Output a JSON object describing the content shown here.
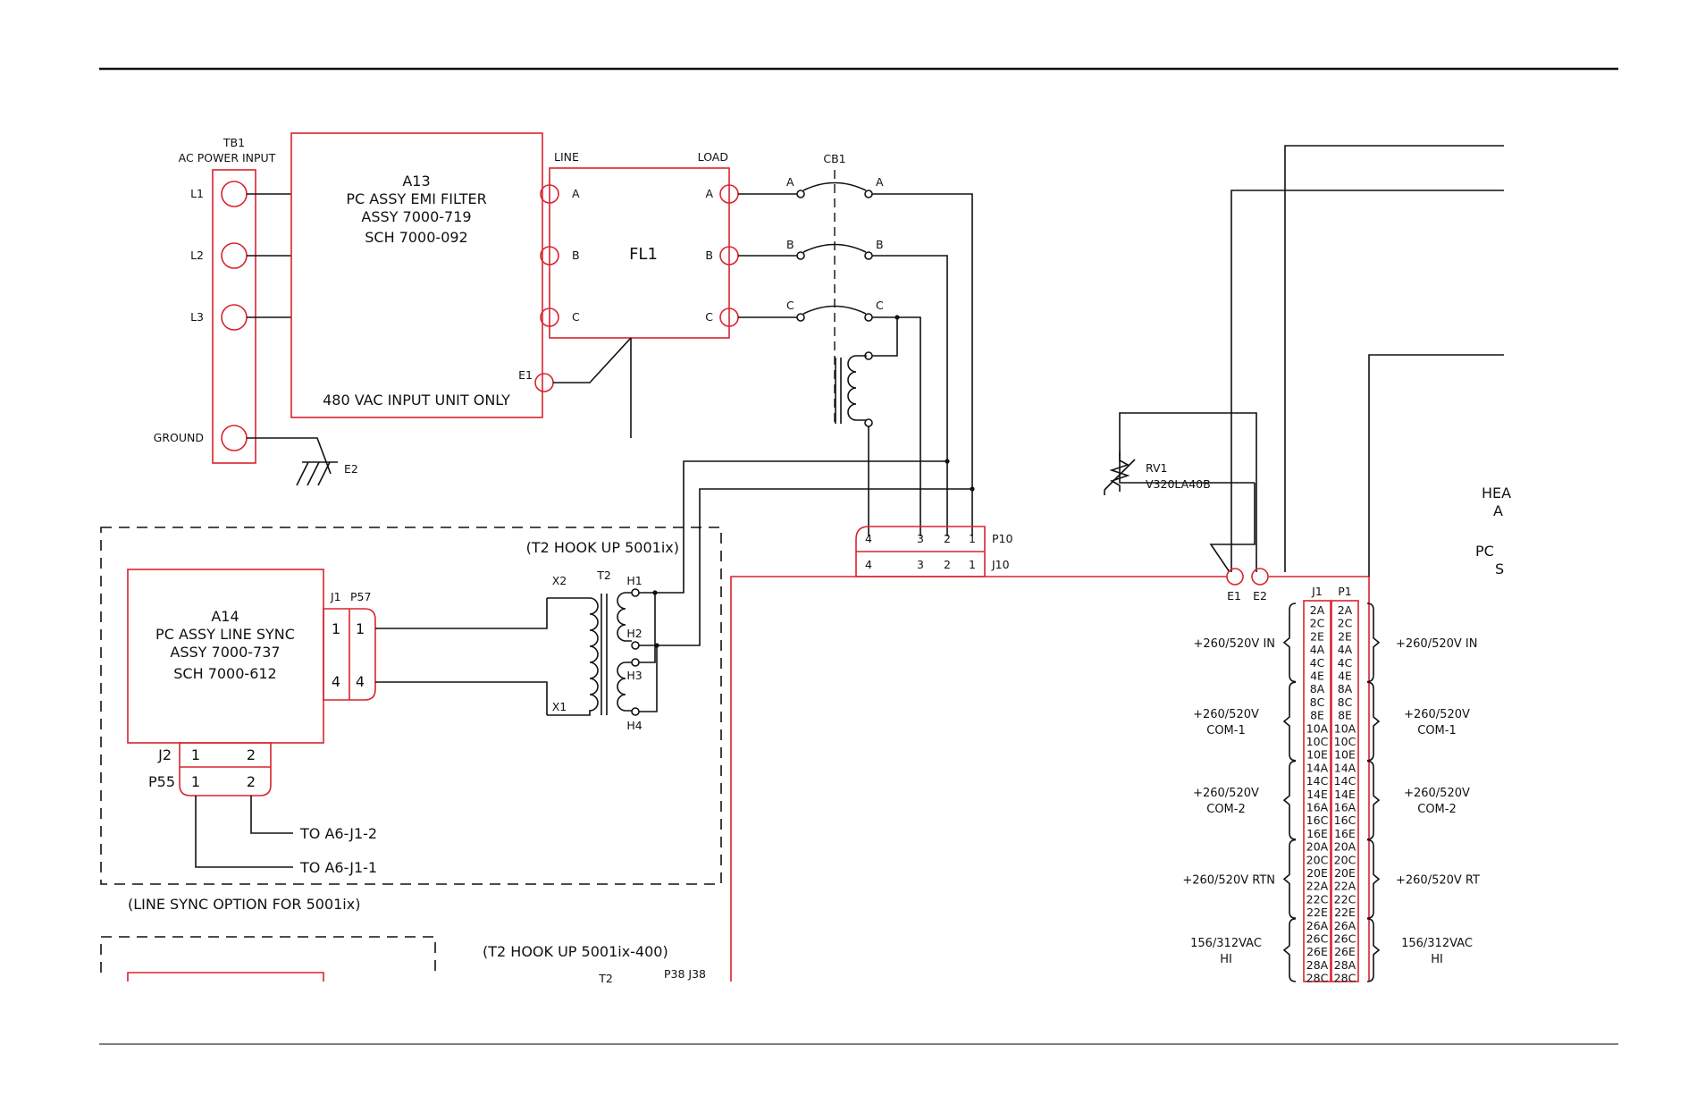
{
  "tb1": {
    "ref": "TB1",
    "title": "AC POWER INPUT",
    "terminals": [
      "L1",
      "L2",
      "L3",
      "GROUND"
    ],
    "ground_ref": "E2"
  },
  "a13": {
    "ref": "A13",
    "title": "PC ASSY EMI FILTER",
    "assy": "ASSY 7000-719",
    "sch": "SCH 7000-092",
    "note": "480 VAC INPUT UNIT ONLY",
    "ground_ref": "E1"
  },
  "fl1": {
    "ref": "FL1",
    "line_label": "LINE",
    "load_label": "LOAD",
    "pins": [
      "A",
      "B",
      "C"
    ]
  },
  "cb1": {
    "ref": "CB1",
    "poles": [
      "A",
      "B",
      "C"
    ]
  },
  "p10": {
    "ref": "P10",
    "pins": [
      "4",
      "3",
      "2",
      "1"
    ]
  },
  "j10": {
    "ref": "J10",
    "pins": [
      "4",
      "3",
      "2",
      "1"
    ]
  },
  "rv1": {
    "ref": "RV1",
    "part": "V320LA40B"
  },
  "studs": {
    "e1": "E1",
    "e2": "E2"
  },
  "hook_up_1": "(T2 HOOK UP 5001ix)",
  "hook_up_2": "(T2 HOOK UP 5001ix-400)",
  "line_sync_option": "(LINE SYNC OPTION FOR 5001ix)",
  "a14": {
    "ref": "A14",
    "title": "PC ASSY LINE SYNC",
    "assy": "ASSY 7000-737",
    "sch": "SCH 7000-612",
    "j1": "J1",
    "p57": "P57",
    "j1_pins": [
      "1",
      "4"
    ],
    "j2": "J2",
    "p55": "P55",
    "j2_pins": [
      "1",
      "2"
    ],
    "to1": "TO A6-J1-2",
    "to2": "TO A6-J1-1"
  },
  "t2": {
    "ref": "T2",
    "primary": [
      "X2",
      "X1"
    ],
    "secondary": [
      "H1",
      "H2",
      "H3",
      "H4"
    ]
  },
  "p38": "P38 J38",
  "t2_bottom": "T2",
  "heatsink_partial": {
    "l1": "HEA",
    "l2": "A",
    "l3": "PC",
    "l4": "S"
  },
  "j1p1": {
    "j1": "J1",
    "p1": "P1",
    "pins": [
      "2A",
      "2C",
      "2E",
      "4A",
      "4C",
      "4E",
      "8A",
      "8C",
      "8E",
      "10A",
      "10C",
      "10E",
      "14A",
      "14C",
      "14E",
      "16A",
      "16C",
      "16E",
      "20A",
      "20C",
      "20E",
      "22A",
      "22C",
      "22E",
      "26A",
      "26C",
      "26E",
      "28A",
      "28C"
    ]
  },
  "left_groups": [
    {
      "l1": "+260/520V IN",
      "l2": ""
    },
    {
      "l1": "+260/520V",
      "l2": "COM-1"
    },
    {
      "l1": "+260/520V",
      "l2": "COM-2"
    },
    {
      "l1": "+260/520V RTN",
      "l2": ""
    },
    {
      "l1": "156/312VAC",
      "l2": "HI"
    }
  ],
  "right_groups": [
    {
      "l1": "+260/520V IN",
      "l2": ""
    },
    {
      "l1": "+260/520V",
      "l2": "COM-1"
    },
    {
      "l1": "+260/520V",
      "l2": "COM-2"
    },
    {
      "l1": "+260/520V RT",
      "l2": ""
    },
    {
      "l1": "156/312VAC",
      "l2": "HI"
    }
  ]
}
